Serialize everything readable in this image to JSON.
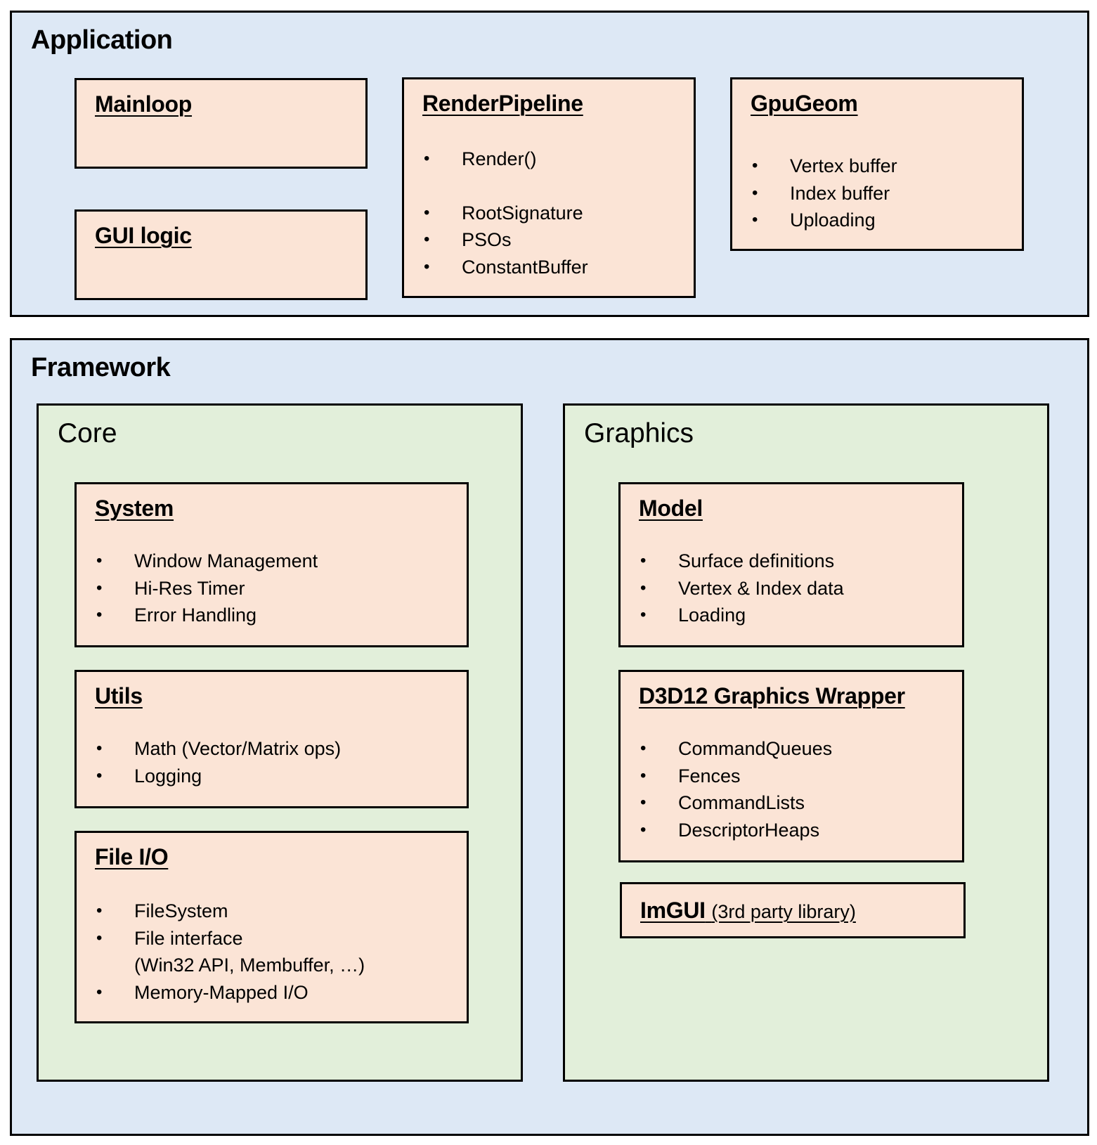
{
  "application": {
    "title": "Application",
    "modules": {
      "mainloop": {
        "title": "Mainloop",
        "items": []
      },
      "gui_logic": {
        "title": "GUI logic",
        "items": []
      },
      "render_pipeline": {
        "title": "RenderPipeline",
        "items": [
          "Render()",
          "RootSignature",
          "PSOs",
          "ConstantBuffer"
        ]
      },
      "gpu_geom": {
        "title": "GpuGeom",
        "items": [
          "Vertex buffer",
          "Index buffer",
          "Uploading"
        ]
      }
    }
  },
  "framework": {
    "title": "Framework",
    "core": {
      "title": "Core",
      "system": {
        "title": "System",
        "items": [
          "Window Management",
          "Hi-Res Timer",
          "Error Handling"
        ]
      },
      "utils": {
        "title": "Utils",
        "items": [
          "Math (Vector/Matrix ops)",
          "Logging"
        ]
      },
      "file_io": {
        "title": "File I/O",
        "items": [
          "FileSystem",
          "File interface",
          "(Win32 API, Membuffer, …)",
          "Memory-Mapped I/O"
        ]
      }
    },
    "graphics": {
      "title": "Graphics",
      "model": {
        "title": "Model",
        "items": [
          "Surface definitions",
          "Vertex & Index data",
          "Loading"
        ]
      },
      "d3d12": {
        "title": "D3D12 Graphics Wrapper",
        "items": [
          "CommandQueues",
          "Fences",
          "CommandLists",
          "DescriptorHeaps"
        ]
      },
      "imgui": {
        "title": "ImGUI",
        "note": "(3rd party library)"
      }
    }
  },
  "colors": {
    "layer_fill": "#dde8f5",
    "group_fill": "#e2efda",
    "module_fill": "#fbe4d6",
    "border": "#000000"
  }
}
